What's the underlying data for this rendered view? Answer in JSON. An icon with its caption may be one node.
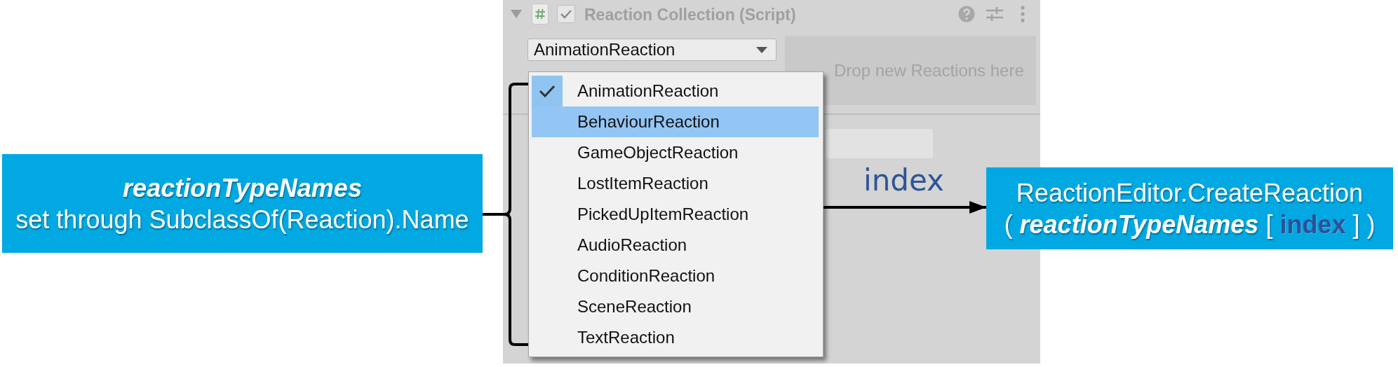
{
  "diagram": {
    "nodes": [
      {
        "text": [
          "reactionTypeNames",
          "set through SubclassOf(Reaction).Name"
        ]
      },
      {
        "text": [
          "Reaction Collection (Script)"
        ]
      },
      {
        "text": [
          "AnimationReaction"
        ],
        "in": 1
      },
      {
        "text": [
          "Drop new Reactions here"
        ],
        "in": 1
      },
      {
        "text": [
          "AnimationReaction",
          "BehaviourReaction",
          "GameObjectReaction",
          "LostItemReaction",
          "PickedUpItemReaction",
          "AudioReaction",
          "ConditionReaction",
          "SceneReaction",
          "TextReaction"
        ],
        "in": 1
      },
      {
        "text": [
          "ReactionEditor.CreateReaction",
          "( *reactionTypeNames* [ **index** ] )"
        ]
      }
    ],
    "edges": [
      {
        "from": 0,
        "to": 4,
        "arrow": "none"
      },
      {
        "from": 4,
        "to": 5,
        "arrow": "to",
        "label": "index"
      }
    ]
  }
}
